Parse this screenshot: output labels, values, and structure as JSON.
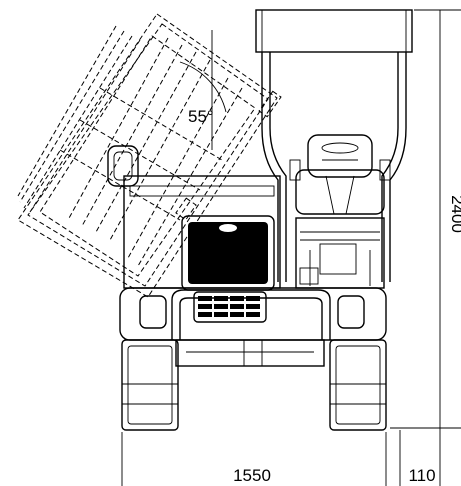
{
  "angle_label": "55°",
  "dimensions": {
    "width_track": "1550",
    "width_extra": "110",
    "height": "2400"
  }
}
